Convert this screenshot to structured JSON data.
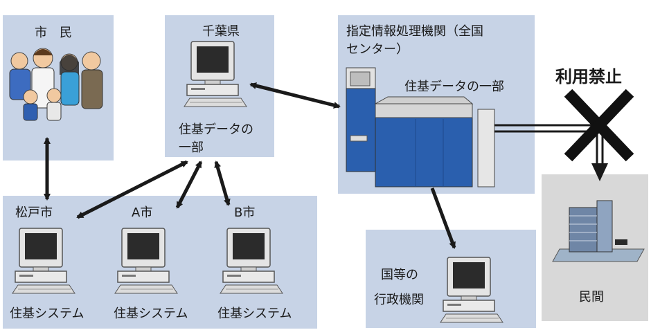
{
  "citizens": {
    "label": "市　民"
  },
  "chiba": {
    "label": "千葉県",
    "data_line1": "住基データの",
    "data_line2": "一部"
  },
  "center": {
    "title_line1": "指定情報処理機関（全国",
    "title_line2": "センター）",
    "data_label": "住基データの一部"
  },
  "prohibited": {
    "label": "利用禁止"
  },
  "private": {
    "label": "民間"
  },
  "national": {
    "line1": "国等の",
    "line2": "行政機関"
  },
  "municipalities": [
    {
      "name": "松戸市",
      "system": "住基システム"
    },
    {
      "name": "A市",
      "system": "住基システム"
    },
    {
      "name": "B市",
      "system": "住基システム"
    }
  ],
  "colors": {
    "panel": "#c7d3e6",
    "server_blue": "#2a5fae",
    "grey_panel": "#d8d8d8"
  }
}
